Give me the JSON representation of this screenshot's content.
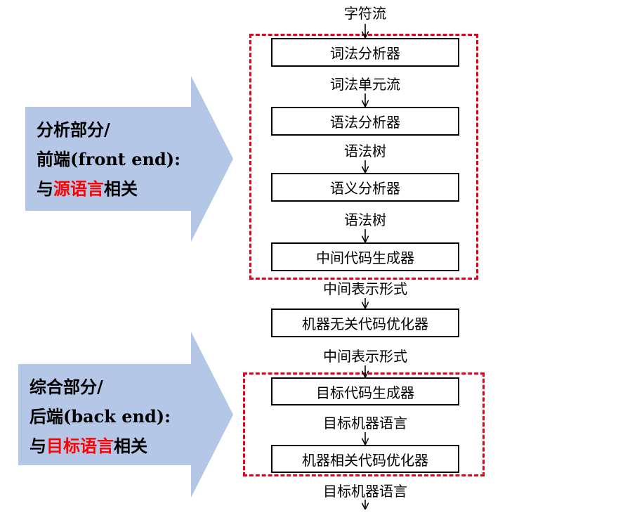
{
  "input_label": "字符流",
  "front": {
    "line1": "分析部分/",
    "line2": "前端(front end):",
    "line3_pre": "与",
    "line3_hl": "源语言",
    "line3_post": "相关"
  },
  "back": {
    "line1": "综合部分/",
    "line2": "后端(back end):",
    "line3_pre": "与",
    "line3_hl": "目标语言",
    "line3_post": "相关"
  },
  "stages": [
    "词法分析器",
    "语法分析器",
    "语义分析器",
    "中间代码生成器",
    "机器无关代码优化器",
    "目标代码生成器",
    "机器相关代码优化器"
  ],
  "flows": [
    "词法单元流",
    "语法树",
    "语法树",
    "中间表示形式",
    "中间表示形式",
    "目标机器语言"
  ],
  "output_label": "目标机器语言",
  "colors": {
    "arrow_fill": "#b4c7e7",
    "dashed_border": "#e3001b",
    "highlight_text": "#ff0000"
  }
}
